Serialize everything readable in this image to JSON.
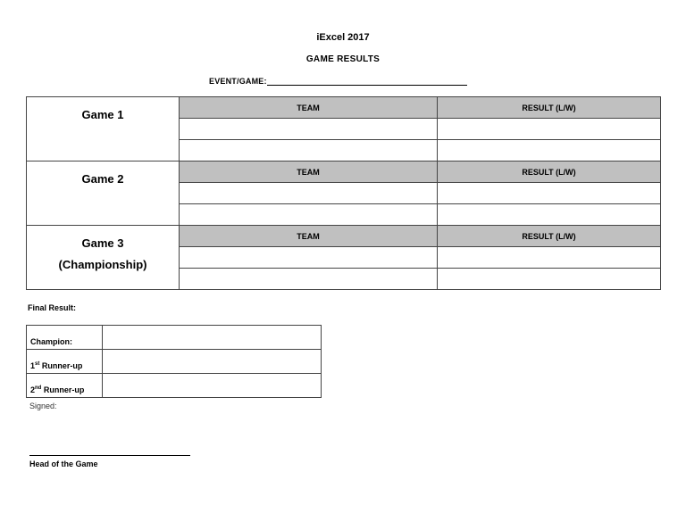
{
  "document": {
    "title": "iExcel 2017",
    "subtitle": "GAME RESULTS",
    "event_label": "EVENT/GAME:"
  },
  "games": [
    {
      "name": "Game 1",
      "subname": "",
      "team_header": "TEAM",
      "result_header": "RESULT (L/W)"
    },
    {
      "name": "Game 2",
      "subname": "",
      "team_header": "TEAM",
      "result_header": "RESULT (L/W)"
    },
    {
      "name": "Game 3",
      "subname": "(Championship)",
      "team_header": "TEAM",
      "result_header": "RESULT (L/W)"
    }
  ],
  "final": {
    "label": "Final Result:",
    "rows": [
      {
        "label": "Champion:"
      },
      {
        "label_num": "1",
        "label_sup": "st",
        "label_rest": " Runner-up"
      },
      {
        "label_num": "2",
        "label_sup": "nd",
        "label_rest": " Runner-up"
      }
    ]
  },
  "signature": {
    "signed_label": "Signed:",
    "title": "Head of the Game"
  }
}
